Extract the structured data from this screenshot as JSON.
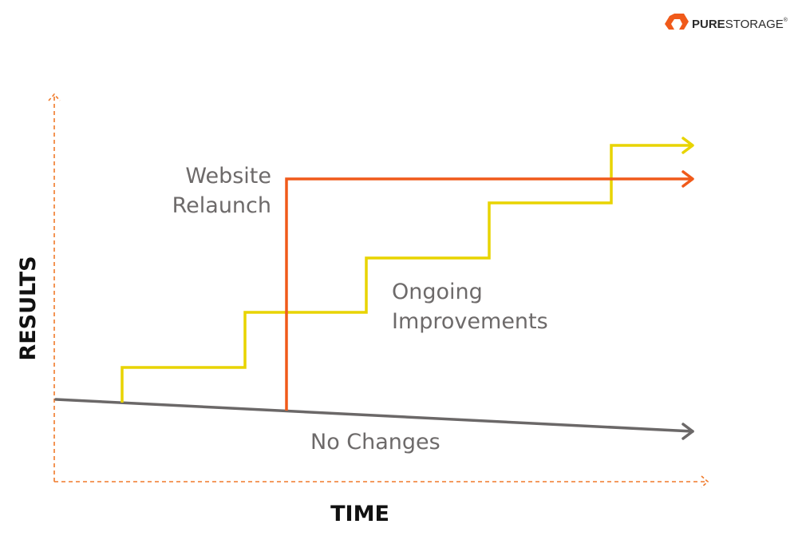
{
  "brand": {
    "name_bold": "PURE",
    "name_rest": "STORAGE",
    "registered": "®",
    "icon": "pure-storage-logo-icon"
  },
  "axes": {
    "x_label": "TIME",
    "y_label": "RESULTS"
  },
  "labels": {
    "website_relaunch_line1": "Website",
    "website_relaunch_line2": "Relaunch",
    "ongoing_line1": "Ongoing",
    "ongoing_line2": "Improvements",
    "no_changes": "No Changes"
  },
  "colors": {
    "axis": "#f07a2a",
    "relaunch": "#f05a1a",
    "ongoing": "#e8d400",
    "no_changes": "#6b6868",
    "label_text": "#6d6a6a",
    "axis_text": "#111111",
    "brand_orange": "#f05a1a"
  }
}
